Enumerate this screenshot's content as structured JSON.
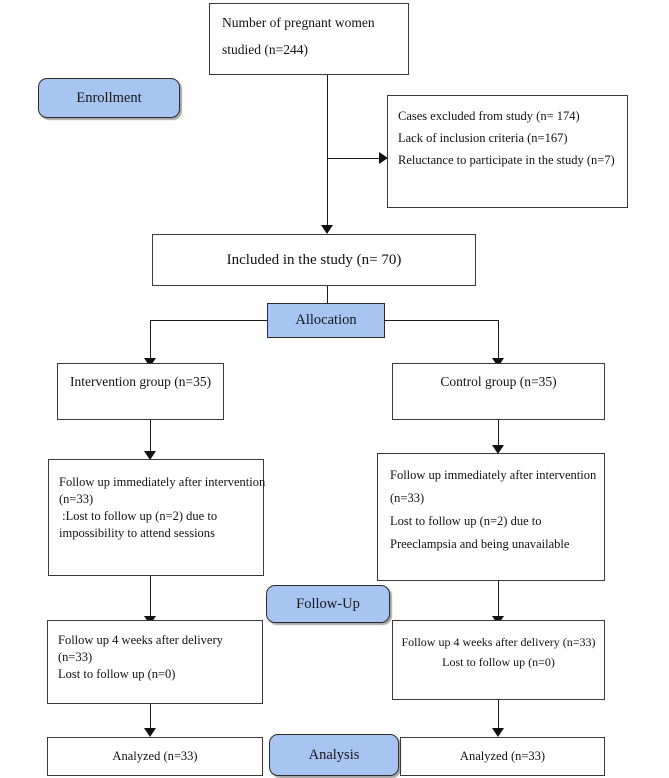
{
  "diagram": {
    "type": "consort-flow-diagram",
    "accent_color": "#a8c4f0",
    "border_color": "#3a3a3a",
    "stages": [
      {
        "id": "enrollment",
        "label": "Enrollment"
      },
      {
        "id": "allocation",
        "label": "Allocation"
      },
      {
        "id": "followup",
        "label": "Follow-Up"
      },
      {
        "id": "analysis",
        "label": "Analysis"
      }
    ],
    "nodes": {
      "screened": {
        "lines": [
          "Number of pregnant women",
          "studied (n=244)"
        ]
      },
      "excluded": {
        "lines": [
          "Cases excluded from study (n= 174)",
          "Lack of inclusion criteria (n=167)",
          "Reluctance to participate in the study (n=7)"
        ]
      },
      "included": {
        "lines": [
          "Included in the study (n= 70)"
        ]
      },
      "intervention_group": {
        "lines": [
          "Intervention group (n=35)"
        ]
      },
      "control_group": {
        "lines": [
          "Control group (n=35)"
        ]
      },
      "intervention_followup_1": {
        "lines": [
          "Follow up immediately after intervention",
          "(n=33)",
          " :Lost to follow up (n=2) due to",
          "impossibility to attend sessions"
        ]
      },
      "control_followup_1": {
        "lines": [
          "Follow up immediately after intervention",
          "(n=33)",
          "Lost to follow up (n=2) due to",
          "Preeclampsia and being unavailable"
        ]
      },
      "intervention_followup_2": {
        "lines": [
          "Follow up 4 weeks after delivery",
          "(n=33)",
          "Lost to follow up (n=0)"
        ]
      },
      "control_followup_2": {
        "lines": [
          "Follow up 4 weeks after delivery (n=33)",
          "Lost to follow up (n=0)"
        ]
      },
      "intervention_analyzed": {
        "lines": [
          "Analyzed (n=33)"
        ]
      },
      "control_analyzed": {
        "lines": [
          "Analyzed (n=33)"
        ]
      }
    }
  }
}
